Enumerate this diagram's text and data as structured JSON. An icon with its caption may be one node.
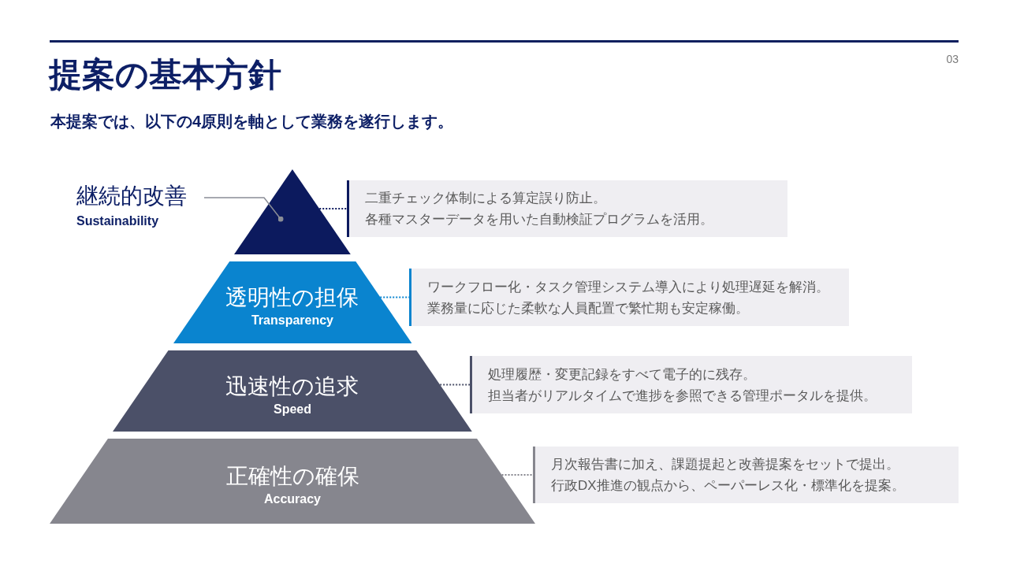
{
  "diagram": {
    "title": "提案の基本方針",
    "nodes": [
      {
        "text": [
          "継続的改善",
          "Sustainability"
        ]
      },
      {
        "text": [],
        "shape": "triangle"
      },
      {
        "text": [
          "二重チェック体制による算定誤り防止。",
          "各種マスターデータを用いた自動検証プログラムを活用。"
        ]
      },
      {
        "text": [
          "透明性の担保",
          "Transparency"
        ]
      },
      {
        "text": [
          "ワークフロー化・タスク管理システム導入により処理遅延を解消。",
          "業務量に応じた柔軟な人員配置で繁忙期も安定稼働。"
        ]
      },
      {
        "text": [
          "迅速性の追求",
          "Speed"
        ]
      },
      {
        "text": [
          "処理履歴・変更記録をすべて電子的に残存。",
          "担当者がリアルタイムで進捗を参照できる管理ポータルを提供。"
        ]
      },
      {
        "text": [
          "正確性の確保",
          "Accuracy"
        ]
      },
      {
        "text": [
          "月次報告書に加え、課題提起と改善提案をセットで提出。",
          "行政DX推進の観点から、ペーパーレス化・標準化を提案。"
        ]
      }
    ],
    "edges": [
      {
        "from": 0,
        "to": 1,
        "arrow": "other",
        "color": "#8a8d96"
      },
      {
        "from": 1,
        "to": 2,
        "arrow": "none",
        "style": "dashed",
        "color": "#0c1a5e"
      },
      {
        "from": 3,
        "to": 4,
        "arrow": "none",
        "style": "dashed",
        "color": "#0a84cf"
      },
      {
        "from": 5,
        "to": 6,
        "arrow": "none",
        "style": "dashed",
        "color": "#4b5068"
      },
      {
        "from": 7,
        "to": 8,
        "arrow": "none",
        "style": "dashed",
        "color": "#86868e"
      }
    ],
    "labels": [
      "03",
      "本提案では、以下の4原則を軸として業務を遂行します。"
    ]
  }
}
